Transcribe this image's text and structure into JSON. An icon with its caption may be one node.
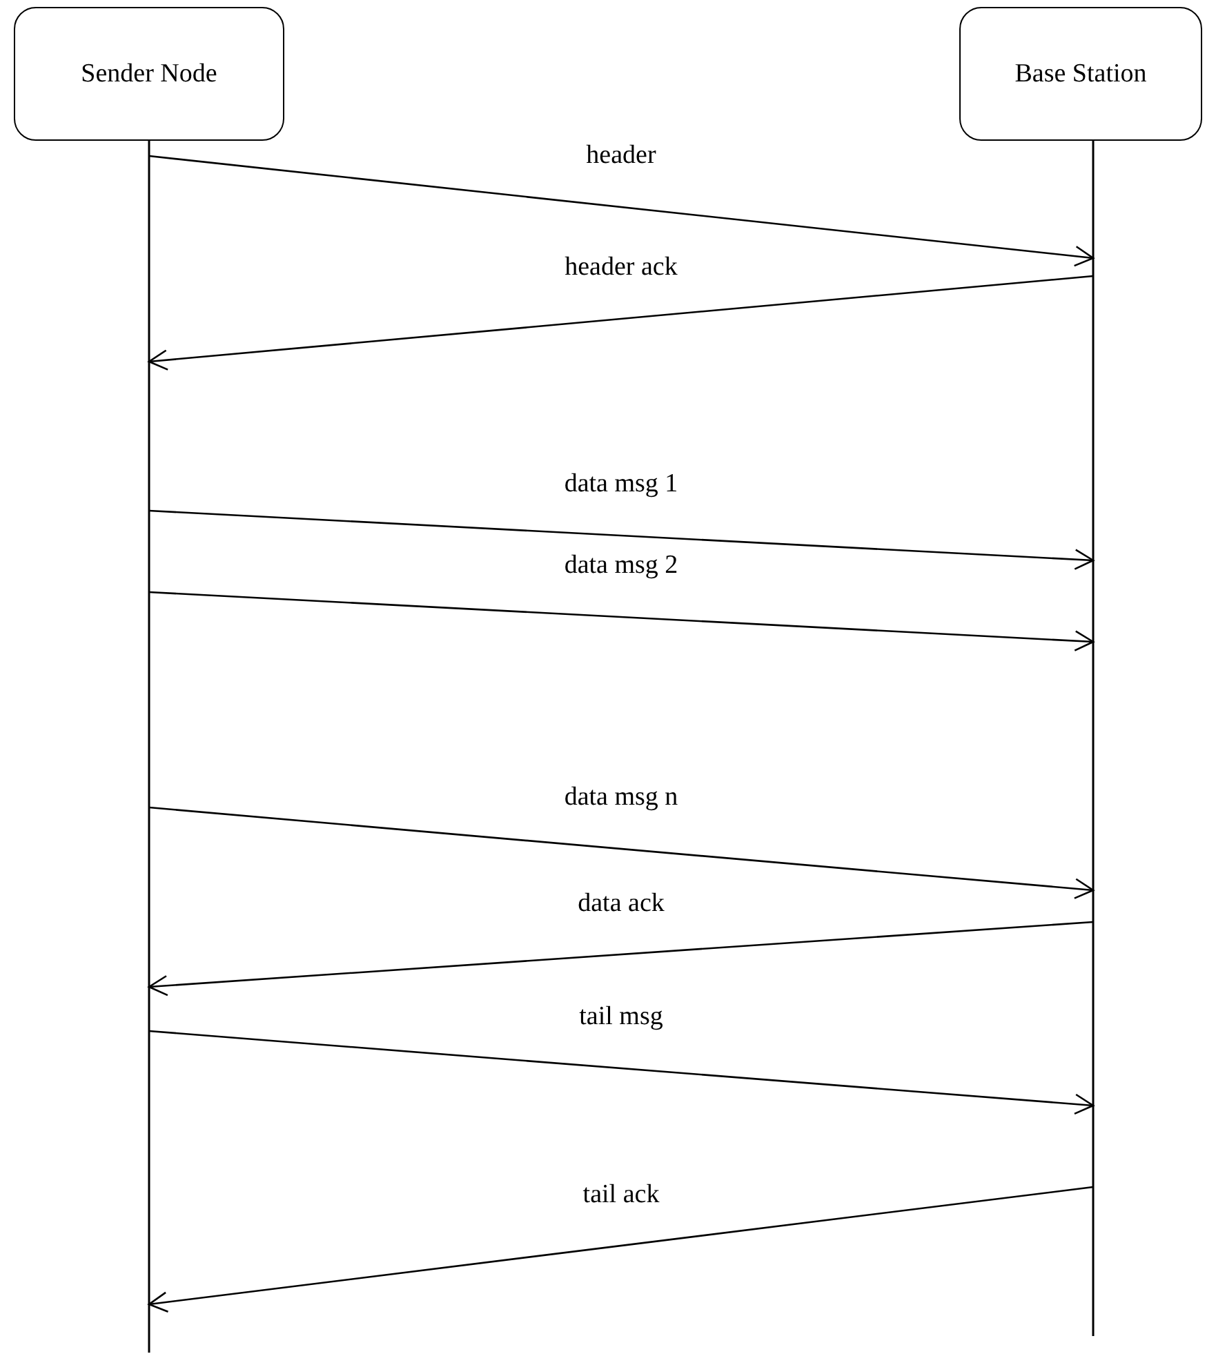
{
  "diagram": {
    "nodes": [
      {
        "text": [
          "Sender Node"
        ]
      },
      {
        "text": [
          "Base Station"
        ]
      }
    ],
    "edges": [
      {
        "from": 0,
        "to": 1,
        "arrow": "to",
        "label": "header"
      },
      {
        "from": 1,
        "to": 0,
        "arrow": "to",
        "label": "header ack"
      },
      {
        "from": 0,
        "to": 1,
        "arrow": "to",
        "label": "data msg 1"
      },
      {
        "from": 0,
        "to": 1,
        "arrow": "to",
        "label": "data msg 2"
      },
      {
        "from": 0,
        "to": 1,
        "arrow": "to",
        "label": "data msg n"
      },
      {
        "from": 1,
        "to": 0,
        "arrow": "to",
        "label": "data ack"
      },
      {
        "from": 0,
        "to": 1,
        "arrow": "to",
        "label": "tail msg"
      },
      {
        "from": 1,
        "to": 0,
        "arrow": "to",
        "label": "tail ack"
      }
    ]
  }
}
